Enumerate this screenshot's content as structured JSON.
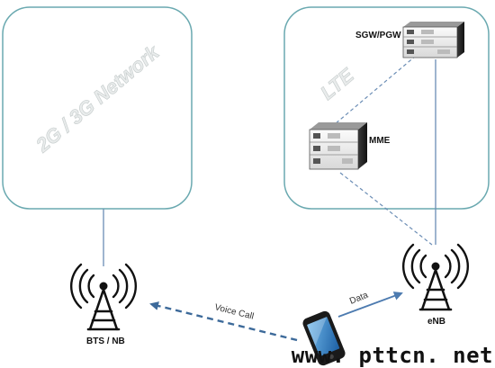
{
  "diagram": {
    "network_2g3g_label": "2G / 3G Network",
    "lte_label": "LTE",
    "sgw_pgw_label": "SGW/PGW",
    "mme_label": "MME",
    "enb_label": "eNB",
    "bts_nb_label": "BTS / NB",
    "voice_call_label": "Voice Call",
    "data_label": "Data",
    "watermark_text": "www. pttcn. net"
  },
  "colors": {
    "cloud_border": "#6aa9b0",
    "link_line": "#6b8db5",
    "dashed_line": "#3d6a9a",
    "tower": "#111111"
  }
}
